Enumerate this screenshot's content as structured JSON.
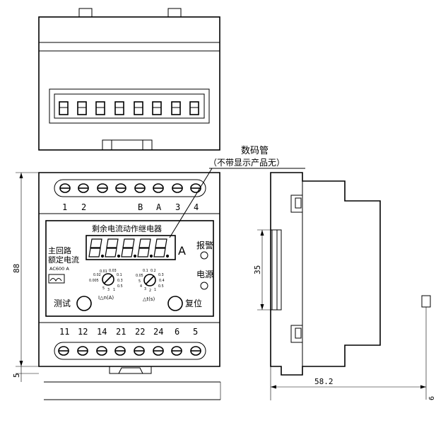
{
  "callout": {
    "title": "数码管",
    "subtitle": "（不带显示产品无）"
  },
  "front": {
    "panel_title": "剩余电流动作继电器",
    "unit": "A",
    "info_line1": "主回路",
    "info_line2": "额定电流",
    "info_line3": "AC600 A",
    "alarm_label": "报警",
    "power_label": "电源",
    "test_label": "测试",
    "reset_label": "复位",
    "knob1_label": "I△n(A)",
    "knob2_label": "△t(s)",
    "knob1_scale": [
      "0.01",
      "0.03",
      "0.1",
      "0.3",
      "0.5",
      "1",
      "3",
      "5",
      "0.005",
      "0.02"
    ],
    "knob2_scale": [
      "0.1",
      "0.2",
      "0.3",
      "0.4",
      "0.5",
      "1",
      "2",
      "3",
      "4",
      "5",
      "0.05"
    ],
    "top_terminals": [
      "1",
      "2",
      "",
      "",
      "B",
      "A",
      "3",
      "4"
    ],
    "bottom_terminals": [
      "11",
      "12",
      "14",
      "21",
      "22",
      "24",
      "6",
      "5"
    ]
  },
  "dimensions": {
    "height": "88",
    "rail": "5",
    "depth_side": "35",
    "depth": "58.2",
    "edge": "6"
  }
}
